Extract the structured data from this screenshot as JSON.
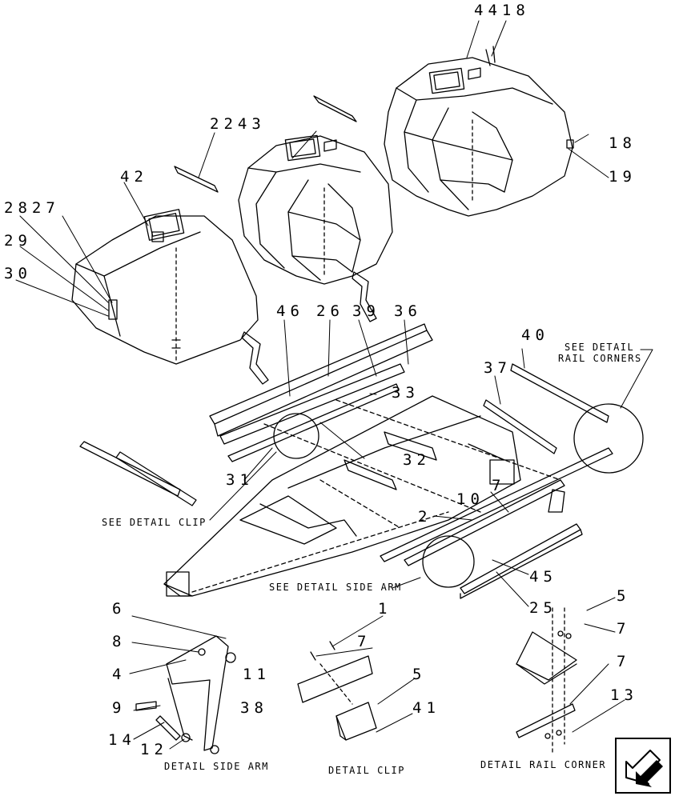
{
  "callouts": {
    "c4418": "4418",
    "c2243": "2243",
    "c42": "42",
    "c2827": "2827",
    "c29": "29",
    "c30": "30",
    "c18": "18",
    "c19": "19",
    "c46": "46",
    "c26": "26",
    "c39": "39",
    "c36": "36",
    "c40": "40",
    "c37": "37",
    "c33": "33",
    "c32": "32",
    "c31": "31",
    "c10": "10",
    "c7a": "7",
    "c2": "2",
    "c45": "45",
    "c25": "25",
    "c6": "6",
    "c8": "8",
    "c4": "4",
    "c11": "11",
    "c9": "9",
    "c38": "38",
    "c14": "14",
    "c12": "12",
    "c1": "1",
    "c7b": "7",
    "c5a": "5",
    "c41": "41",
    "c5b": "5",
    "c7c": "7",
    "c7d": "7",
    "c13": "13"
  },
  "captions": {
    "rail_corners_1": "SEE DETAIL",
    "rail_corners_2": "RAIL CORNERS",
    "see_clip": "SEE DETAIL  CLIP",
    "see_side_arm": "SEE DETAIL SIDE ARM",
    "detail_side_arm": "DETAIL SIDE ARM",
    "detail_clip": "DETAIL CLIP",
    "detail_rail_corner": "DETAIL RAIL CORNER"
  },
  "icons": {
    "nav": "next-page-arrow-icon"
  }
}
